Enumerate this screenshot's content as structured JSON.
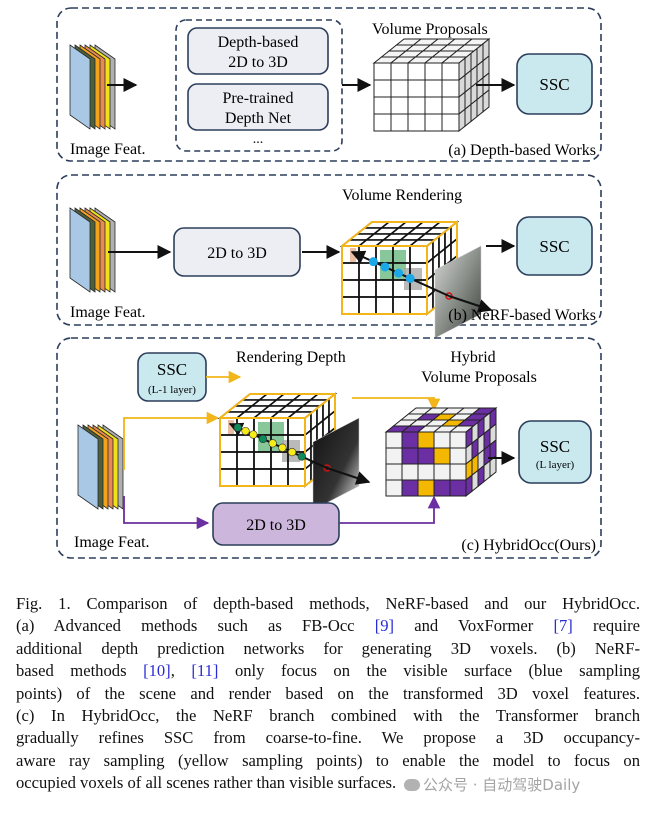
{
  "figure": {
    "panel_a": {
      "image_feat_label": "Image Feat.",
      "method_boxes": [
        "Depth-based",
        "2D to 3D",
        "Pre-trained",
        "Depth Net"
      ],
      "ellipsis": "...",
      "volume_label": "Volume Proposals",
      "ssc_label": "SSC",
      "panel_caption": "(a) Depth-based Works"
    },
    "panel_b": {
      "image_feat_label": "Image Feat.",
      "transform_label": "2D to 3D",
      "volume_label": "Volume Rendering",
      "ssc_label": "SSC",
      "panel_caption": "(b) NeRF-based Works"
    },
    "panel_c": {
      "image_feat_label": "Image Feat.",
      "prev_ssc_label": "SSC",
      "prev_ssc_sub": "(L-1 layer)",
      "render_label": "Rendering Depth",
      "hybrid_label_1": "Hybrid",
      "hybrid_label_2": "Volume Proposals",
      "transform_label": "2D to 3D",
      "ssc_label": "SSC",
      "ssc_sub": "(L layer)",
      "panel_caption": "(c) HybridOcc(Ours)"
    },
    "colors": {
      "dash_border": "#2c3e5c",
      "box_fill": "#eceef3",
      "ssc_fill": "#c9e9ee",
      "purple_fill": "#cdb6dc",
      "purple_line": "#6a2fa0",
      "voxel_purple": "#6b2fa3",
      "voxel_yellow": "#f5b800",
      "orange_line": "#f2b51a",
      "blue_point": "#1ba8e8",
      "yellow_point": "#f7ec1a",
      "green_point": "#0f8a5a"
    },
    "feature_layers": [
      "#a9c8e6",
      "#4d5f3b",
      "#f3a21c",
      "#e88a50",
      "#f0e21a",
      "#b0b0b0"
    ]
  },
  "caption": {
    "lines": [
      [
        {
          "t": "Fig. 1.  Comparison of depth-based methods, NeRF-based and our HybridOcc."
        }
      ],
      [
        {
          "t": "(a)  Advanced  methods  such  as  FB-Occ  "
        },
        {
          "t": "[9]",
          "ref": true
        },
        {
          "t": "  and  VoxFormer  "
        },
        {
          "t": "[7]",
          "ref": true
        },
        {
          "t": "  require"
        }
      ],
      [
        {
          "t": "additional  depth  prediction  networks  for  generating  3D  voxels.  (b)  NeRF-"
        }
      ],
      [
        {
          "t": "based  methods  "
        },
        {
          "t": "[10]",
          "ref": true
        },
        {
          "t": ",  "
        },
        {
          "t": "[11]",
          "ref": true
        },
        {
          "t": "  only  focus  on  the  visible  surface  (blue  sampling"
        }
      ],
      [
        {
          "t": "points) of the scene and render based on the transformed 3D voxel features."
        }
      ],
      [
        {
          "t": "(c) In HybridOcc, the NeRF branch combined with the Transformer branch"
        }
      ],
      [
        {
          "t": "gradually  refines  SSC  from  coarse-to-fine.  We  propose  a  3D  occupancy-"
        }
      ],
      [
        {
          "t": "aware ray sampling (yellow sampling points) to enable the model to focus on"
        }
      ],
      [
        {
          "t": "occupied voxels of all scenes rather than visible surfaces."
        }
      ]
    ]
  },
  "watermark": {
    "text": "公众号 · 自动驾驶Daily"
  }
}
